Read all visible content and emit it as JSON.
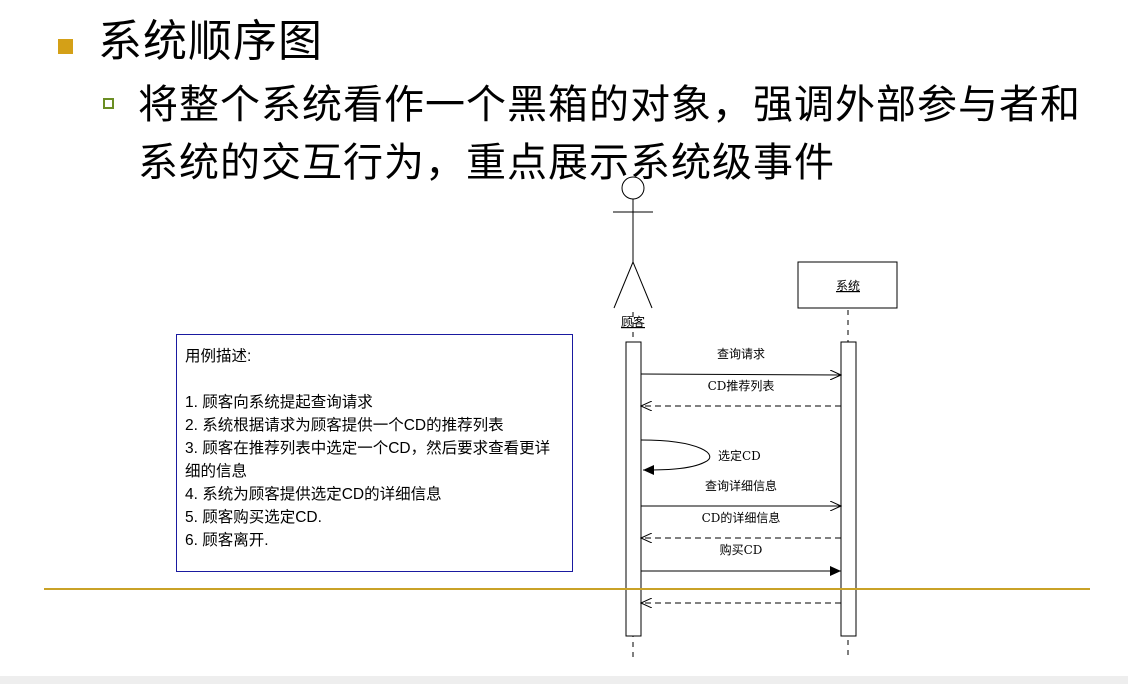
{
  "slide": {
    "heading": "系统顺序图",
    "subheading": "将整个系统看作一个黑箱的对象，强调外部参与者和系统的交互行为，重点展示系统级事件"
  },
  "use_case": {
    "title": "用例描述:",
    "steps": [
      "1. 顾客向系统提起查询请求",
      "2. 系统根据请求为顾客提供一个CD的推荐列表",
      "3. 顾客在推荐列表中选定一个CD，然后要求查看更详细的信息",
      "4. 系统为顾客提供选定CD的详细信息",
      "5. 顾客购买选定CD.",
      "6. 顾客离开."
    ]
  },
  "sequence": {
    "actor_label": "顾客",
    "system_label": "系统",
    "messages": [
      {
        "label": "查询请求",
        "style": "sync-open"
      },
      {
        "label": "CD推荐列表",
        "style": "return"
      },
      {
        "label": "选定CD",
        "style": "self"
      },
      {
        "label": "查询详细信息",
        "style": "sync-open"
      },
      {
        "label": "CD的详细信息",
        "style": "return"
      },
      {
        "label": "购买CD",
        "style": "sync-filled"
      },
      {
        "label": "",
        "style": "return"
      }
    ]
  },
  "colors": {
    "heading_bullet": "#d4a017",
    "sub_bullet": "#6b8e23",
    "box_border": "#1a1aa0",
    "divider": "#c9a227"
  }
}
